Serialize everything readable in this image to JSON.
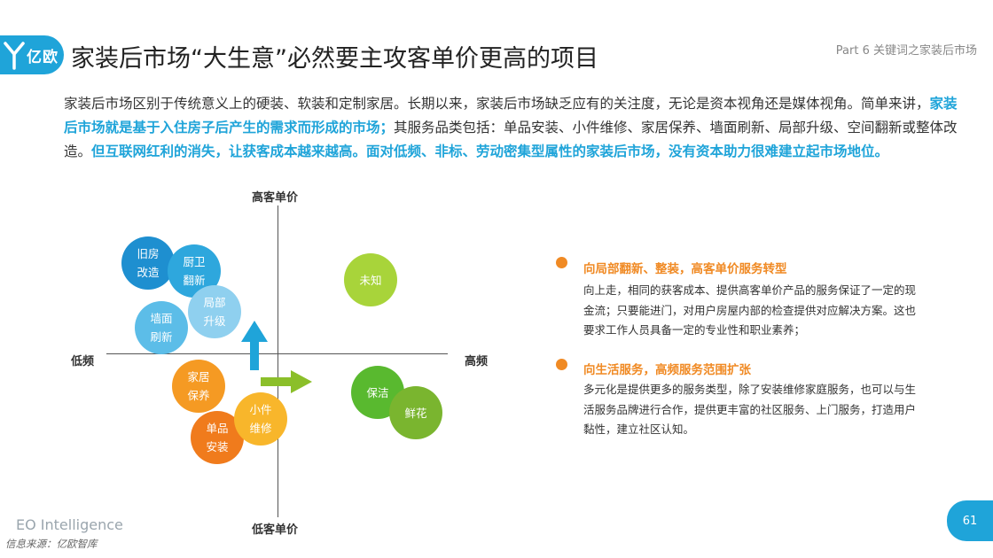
{
  "header": {
    "logo_text": "亿欧",
    "title": "家装后市场“大生意”必然要主攻客单价更高的项目",
    "section": "Part 6 关键词之家装后市场"
  },
  "intro": {
    "p1": "家装后市场区别于传统意义上的硬装、软装和定制家居。长期以来，家装后市场缺乏应有的关注度，无论是资本视角还是媒体视角。简单来讲，",
    "hl1": "家装后市场就是基于入住房子后产生的需求而形成的市场；",
    "p2": "其服务品类包括：单品安装、小件维修、家居保养、墙面刷新、局部升级、空间翻新或整体改造。",
    "hl2": "但互联网红利的消失，让获客成本越来越高。面对低频、非标、劳动密集型属性的家装后市场，没有资本助力很难建立起市场地位。"
  },
  "diagram": {
    "axis_top": "高客单价",
    "axis_bottom": "低客单价",
    "axis_left": "低频",
    "axis_right": "高频",
    "bubbles": [
      {
        "id": "jiufang",
        "line1": "旧房",
        "line2": "改造",
        "color": "#1e8fd0"
      },
      {
        "id": "chuwei",
        "line1": "厨卫",
        "line2": "翻新",
        "color": "#2ea7dd"
      },
      {
        "id": "jubu",
        "line1": "局部",
        "line2": "升级",
        "color": "#8fd0ef"
      },
      {
        "id": "qiangmian",
        "line1": "墙面",
        "line2": "刷新",
        "color": "#5cbde8"
      },
      {
        "id": "weizhi",
        "line1": "未知",
        "line2": "",
        "color": "#a8d43a"
      },
      {
        "id": "jiaju",
        "line1": "家居",
        "line2": "保养",
        "color": "#f59a23"
      },
      {
        "id": "xiaojian",
        "line1": "小件",
        "line2": "维修",
        "color": "#f8b62b"
      },
      {
        "id": "danpin",
        "line1": "单品",
        "line2": "安装",
        "color": "#f07b1c"
      },
      {
        "id": "baojie",
        "line1": "保洁",
        "line2": "",
        "color": "#59b92f"
      },
      {
        "id": "xianhua",
        "line1": "鲜花",
        "line2": "",
        "color": "#7ab52f"
      }
    ]
  },
  "points": [
    {
      "title": "向局部翻新、整装，高客单价服务转型",
      "body": "向上走，相同的获客成本、提供高客单价产品的服务保证了一定的现金流；只要能进门，对用户房屋内部的检查提供对应解决方案。这也要求工作人员具备一定的专业性和职业素养；"
    },
    {
      "title": "向生活服务，高频服务范围扩张",
      "body": "多元化是提供更多的服务类型，除了安装维修家庭服务，也可以与生活服务品牌进行合作，提供更丰富的社区服务、上门服务，打造用户黏性，建立社区认知。"
    }
  ],
  "footer": {
    "brand": "EO Intelligence",
    "source": "信息来源：亿欧智库",
    "page": "61"
  }
}
